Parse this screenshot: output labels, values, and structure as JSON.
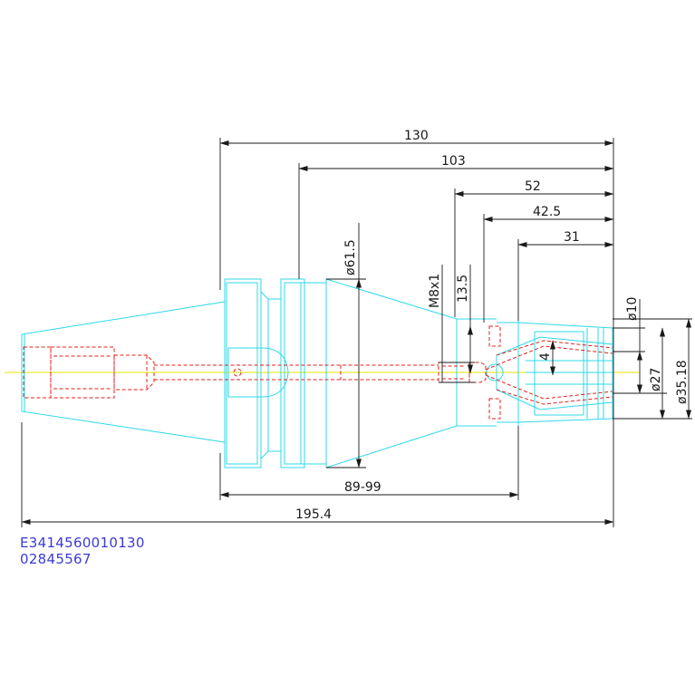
{
  "dimensions": {
    "overall_right": "130",
    "from_flange": "103",
    "nut_length": "52",
    "collet_length": "42.5",
    "tip_length": "31",
    "flange_dia": "ø61.5",
    "thread": "M8x1",
    "thread_depth": "13.5",
    "clamp_dia": "ø10",
    "slot": "4",
    "nut_inner_dia": "ø27",
    "nut_outer_dia": "ø35.18",
    "adjust_range": "89-99",
    "total_length": "195.4"
  },
  "part_codes": {
    "line1": "E3414560010130",
    "line2": "02845567"
  },
  "colors": {
    "outline": "#2fd8ea",
    "hidden": "#e0201e",
    "centerline": "#e6e600",
    "dimension": "#1a1a1a",
    "code_text": "#3a3ad8"
  }
}
